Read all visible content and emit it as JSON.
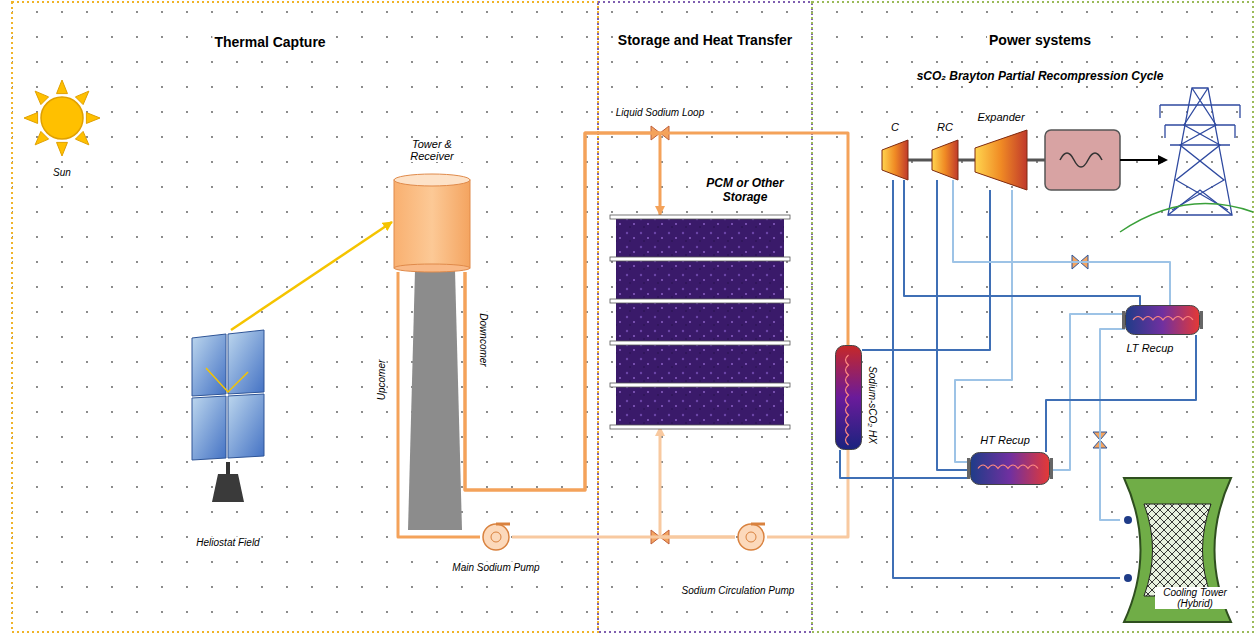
{
  "diagram": {
    "nodes": [
      {
        "text": [
          "Thermal Capture"
        ]
      },
      {
        "text": [
          "Sun"
        ],
        "in": 0
      },
      {
        "text": [
          "Tower & Receiver"
        ],
        "in": 0
      },
      {
        "text": [
          "Heliostat Field"
        ],
        "in": 0
      },
      {
        "text": [
          "Main Sodium Pump"
        ],
        "in": 0
      },
      {
        "text": [
          "Storage and Heat Transfer"
        ]
      },
      {
        "text": [
          "PCM or Other Storage"
        ],
        "in": 5
      },
      {
        "text": [
          "Sodium Circulation Pump"
        ],
        "in": 5
      },
      {
        "text": [
          "Power systems",
          "sCO₂ Brayton Partial Recompression Cycle"
        ]
      },
      {
        "text": [
          "C"
        ],
        "in": 8
      },
      {
        "text": [
          "RC"
        ],
        "in": 8
      },
      {
        "text": [
          "Expander"
        ],
        "in": 8
      },
      {
        "text": [
          "LT Recup"
        ],
        "in": 8
      },
      {
        "text": [
          "HT Recup"
        ],
        "in": 8
      },
      {
        "text": [
          "Sodium-sCO₂ HX"
        ],
        "in": 8
      },
      {
        "text": [
          "Cooling Tower (Hybrid)"
        ],
        "in": 8
      }
    ],
    "edges": [
      {
        "from": 3,
        "to": 2,
        "arrow": "to"
      },
      {
        "from": 2,
        "to": 6,
        "arrow": "to"
      },
      {
        "from": 2,
        "to": 14,
        "arrow": "none"
      },
      {
        "from": 14,
        "to": 7,
        "arrow": "none"
      },
      {
        "from": 7,
        "to": 6,
        "arrow": "to"
      },
      {
        "from": 7,
        "to": 4,
        "arrow": "none"
      },
      {
        "from": 4,
        "to": 2,
        "arrow": "none"
      },
      {
        "from": 14,
        "to": 11,
        "arrow": "none"
      },
      {
        "from": 11,
        "to": 13,
        "arrow": "none"
      },
      {
        "from": 13,
        "to": 12,
        "arrow": "none"
      },
      {
        "from": 12,
        "to": 15,
        "arrow": "none"
      },
      {
        "from": 15,
        "to": 9,
        "arrow": "none"
      },
      {
        "from": 9,
        "to": 12,
        "arrow": "none"
      },
      {
        "from": 12,
        "to": 13,
        "arrow": "none"
      },
      {
        "from": 13,
        "to": 14,
        "arrow": "none"
      },
      {
        "from": 12,
        "to": 10,
        "arrow": "none"
      },
      {
        "from": 10,
        "to": 13,
        "arrow": "none"
      }
    ],
    "labels": [
      "Upcomer",
      "Downcomer",
      "Liquid Sodium Loop"
    ]
  }
}
